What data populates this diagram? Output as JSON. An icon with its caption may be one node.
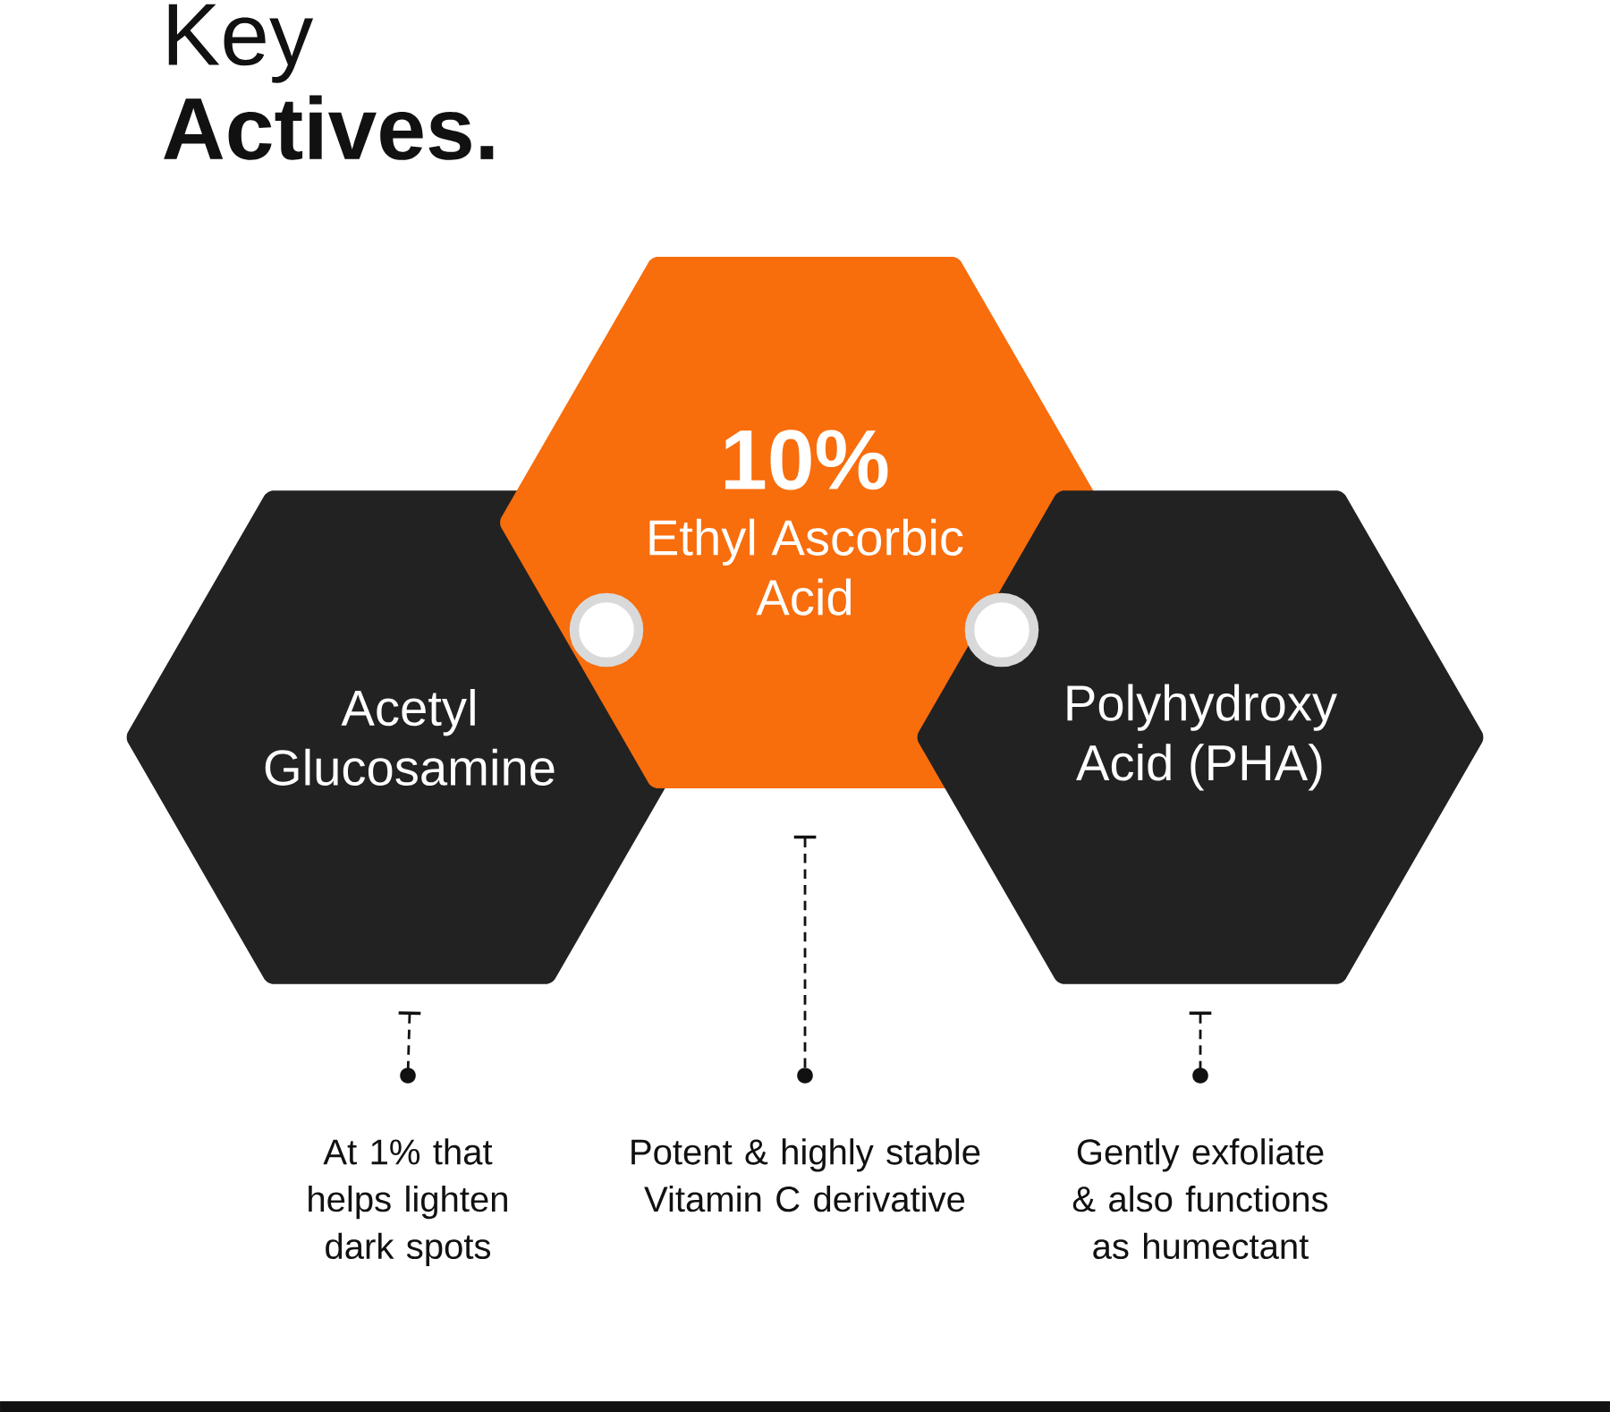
{
  "diagram": {
    "title": "Key **Actives.**",
    "nodes": [
      {
        "text": [
          "Acetyl Glucosamine"
        ]
      },
      {
        "text": [
          "10%",
          "Ethyl Ascorbic Acid"
        ]
      },
      {
        "text": [
          "Polyhydroxy Acid (PHA)"
        ]
      },
      {
        "text": [
          "At 1% that helps lighten dark spots"
        ]
      },
      {
        "text": [
          "Potent & highly stable Vitamin C derivative"
        ]
      },
      {
        "text": [
          "Gently exfoliate & also functions as humectant"
        ]
      }
    ],
    "edges": [
      {
        "from": 0,
        "to": 3,
        "arrow": "other",
        "style": "dashed"
      },
      {
        "from": 1,
        "to": 4,
        "arrow": "other",
        "style": "dashed"
      },
      {
        "from": 2,
        "to": 5,
        "arrow": "other",
        "style": "dashed"
      }
    ]
  }
}
